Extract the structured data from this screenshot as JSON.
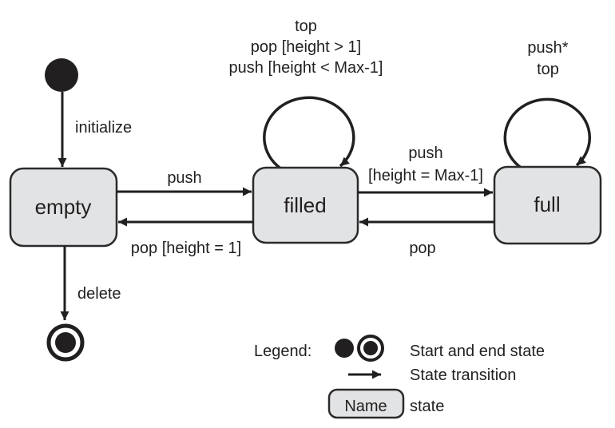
{
  "colors": {
    "state_fill": "#e2e3e4",
    "ink": "#221f20"
  },
  "states": [
    {
      "label": "empty"
    },
    {
      "label": "filled"
    },
    {
      "label": "full"
    }
  ],
  "transitions": {
    "initialize": "initialize",
    "push": "push",
    "pop_height_1": "pop [height = 1]",
    "push_max_line1": "push",
    "push_max_line2": "[height = Max-1]",
    "pop": "pop",
    "delete": "delete"
  },
  "self_loops": {
    "filled": [
      "top",
      "pop [height > 1]",
      "push [height < Max-1]"
    ],
    "full": [
      "push*",
      "top"
    ]
  },
  "legend": {
    "title": "Legend:",
    "start_end_label": "Start and end state",
    "transition_label": "State transition",
    "state_label": "state",
    "name_box_label": "Name"
  }
}
